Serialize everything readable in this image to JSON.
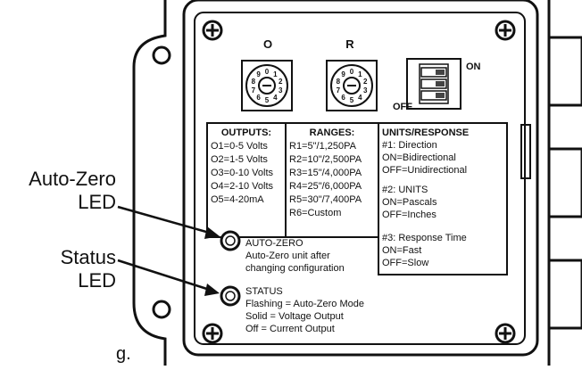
{
  "callouts": {
    "auto_zero_line1": "Auto-Zero",
    "auto_zero_line2": "LED",
    "status_line1": "Status",
    "status_line2": "LED",
    "fragment": "g."
  },
  "switches": {
    "o_label": "O",
    "r_label": "R",
    "dip_on": "ON",
    "dip_off": "OFF",
    "o_dial_digits": [
      "0",
      "1",
      "2",
      "3",
      "4",
      "5",
      "6",
      "7",
      "8",
      "9"
    ],
    "r_dial_digits": [
      "0",
      "1",
      "2",
      "3",
      "4",
      "5",
      "6",
      "7",
      "8",
      "9"
    ]
  },
  "outputs": {
    "header": "OUTPUTS:",
    "items": [
      "O1=0-5 Volts",
      "O2=1-5 Volts",
      "O3=0-10 Volts",
      "O4=2-10 Volts",
      "O5=4-20mA"
    ]
  },
  "ranges": {
    "header": "RANGES:",
    "items": [
      "R1=5\"/1,250PA",
      "R2=10\"/2,500PA",
      "R3=15\"/4,000PA",
      "R4=25\"/6,000PA",
      "R5=30\"/7,400PA",
      "R6=Custom"
    ]
  },
  "units_response": {
    "header": "UNITS/RESPONSE",
    "direction_title": "#1: Direction",
    "direction_on": "ON=Bidirectional",
    "direction_off": "OFF=Unidirectional",
    "units_title": "#2: UNITS",
    "units_on": "ON=Pascals",
    "units_off": "OFF=Inches",
    "response_title": "#3: Response Time",
    "response_on": "ON=Fast",
    "response_off": "OFF=Slow"
  },
  "auto_zero": {
    "title": "AUTO-ZERO",
    "desc1": "Auto-Zero unit after",
    "desc2": "changing configuration"
  },
  "status": {
    "title": "STATUS",
    "desc1": "Flashing = Auto-Zero Mode",
    "desc2": "Solid = Voltage Output",
    "desc3": "Off = Current Output"
  }
}
